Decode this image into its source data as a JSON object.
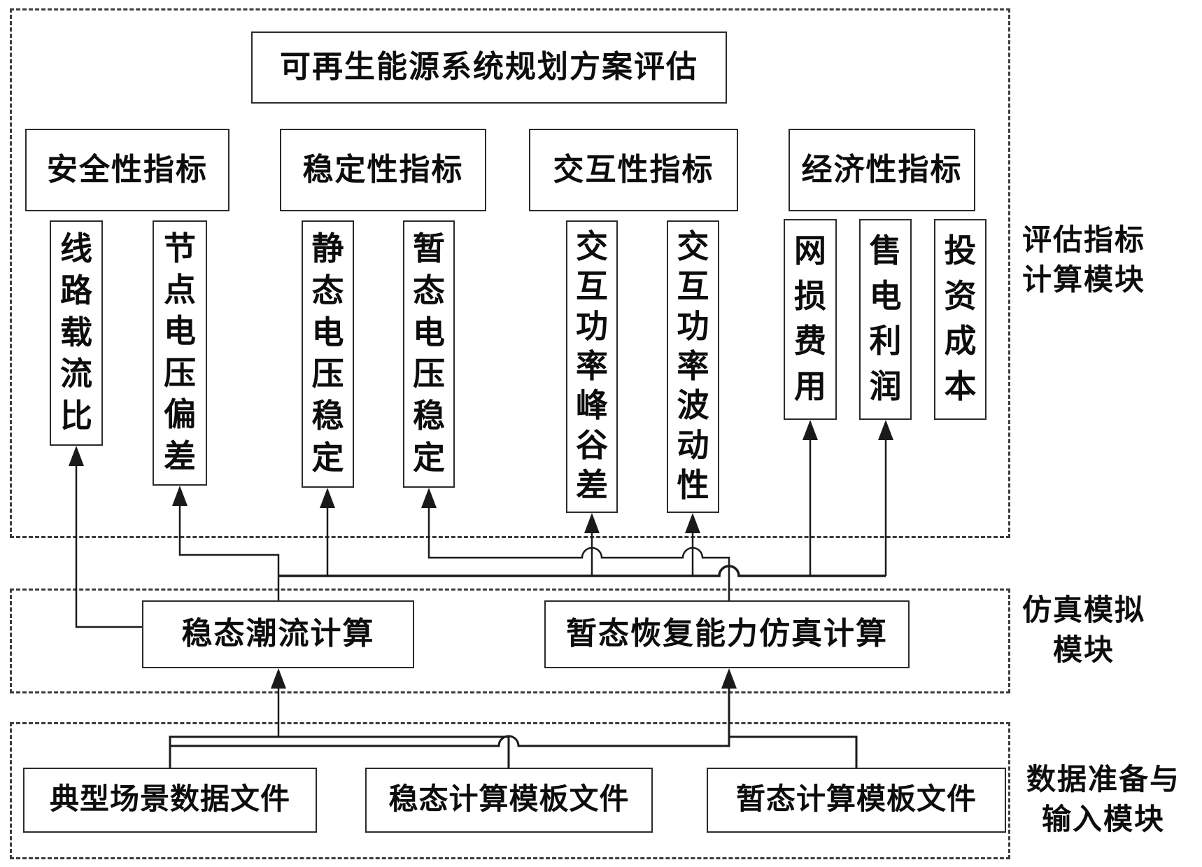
{
  "title_box": "可再生能源系统规划方案评估",
  "categories": [
    "安全性指标",
    "稳定性指标",
    "交互性指标",
    "经济性指标"
  ],
  "metrics": [
    "线路载流比",
    "节点电压偏差",
    "静态电压稳定",
    "暂态电压稳定",
    "交互功率峰谷差",
    "交互功率波动性",
    "网损费用",
    "售电利润",
    "投资成本"
  ],
  "simulation_boxes": [
    "稳态潮流计算",
    "暂态恢复能力仿真计算"
  ],
  "data_boxes": [
    "典型场景数据文件",
    "稳态计算模板文件",
    "暂态计算模板文件"
  ],
  "side_labels": {
    "indicators": [
      "评估指标",
      "计算模块"
    ],
    "simulation": [
      "仿真模拟",
      "模块"
    ],
    "data_input": [
      "数据准备与",
      "输入模块"
    ]
  },
  "connections": [
    {
      "from": "稳态潮流计算",
      "to": "线路载流比"
    },
    {
      "from": "稳态潮流计算",
      "to": "节点电压偏差"
    },
    {
      "from": "稳态潮流计算",
      "to": "静态电压稳定"
    },
    {
      "from": "稳态潮流计算",
      "to": "交互功率峰谷差"
    },
    {
      "from": "稳态潮流计算",
      "to": "交互功率波动性"
    },
    {
      "from": "稳态潮流计算",
      "to": "网损费用"
    },
    {
      "from": "稳态潮流计算",
      "to": "售电利润"
    },
    {
      "from": "暂态恢复能力仿真计算",
      "to": "暂态电压稳定"
    },
    {
      "from": "典型场景数据文件",
      "to": "稳态潮流计算"
    },
    {
      "from": "稳态计算模板文件",
      "to": "稳态潮流计算"
    },
    {
      "from": "典型场景数据文件",
      "to": "暂态恢复能力仿真计算"
    },
    {
      "from": "暂态计算模板文件",
      "to": "暂态恢复能力仿真计算"
    }
  ],
  "colors": {
    "line": "#1a1a1a",
    "border": "#2b2b2b",
    "dashed": "#3c3c3c",
    "text": "#0d0d0d",
    "background": "#ffffff"
  }
}
